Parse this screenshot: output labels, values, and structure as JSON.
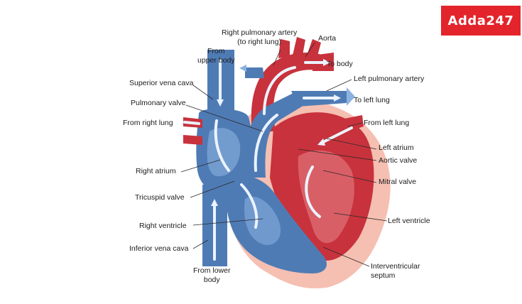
{
  "brand": {
    "logo_text": "Adda247"
  },
  "labels": {
    "right_pulmonary_artery": "Right pulmonary artery",
    "to_right_lung": "(to right lung)",
    "aorta": "Aorta",
    "from_upper_body_1": "From",
    "from_upper_body_2": "upper body",
    "to_body": "To body",
    "left_pulmonary_artery": "Left pulmonary artery",
    "superior_vena_cava": "Superior vena cava",
    "to_left_lung": "To left lung",
    "pulmonary_valve": "Pulmonary valve",
    "from_right_lung": "From right lung",
    "from_left_lung": "From left lung",
    "left_atrium": "Left atrium",
    "aortic_valve": "Aortic valve",
    "right_atrium": "Right atrium",
    "mitral_valve": "Mitral  valve",
    "tricuspid_valve": "Tricuspid  valve",
    "left_ventricle": "Left ventricle",
    "right_ventricle": "Right ventricle",
    "inferior_vena_cava": "Inferior vena cava",
    "interventricular_1": "Interventricular",
    "interventricular_2": "septum",
    "from_lower_body_1": "From lower",
    "from_lower_body_2": "body"
  },
  "colors": {
    "brand_red": "#e3242b",
    "deoxygenated_blue": "#4f7bb5",
    "deoxygenated_blue_light": "#8cb2e0",
    "oxygenated_red": "#c8323c",
    "oxygenated_red_light": "#e8858a",
    "pericardium_pink": "#f5bfb2",
    "flow_arrow": "#eaf3ff"
  }
}
